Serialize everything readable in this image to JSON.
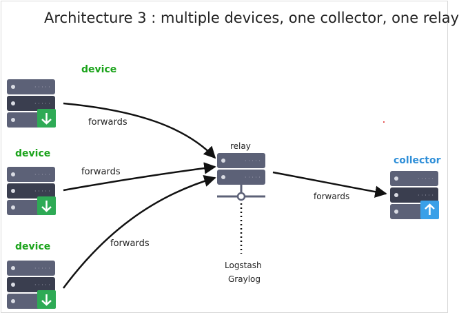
{
  "title": "Architecture 3 : multiple devices, one collector, one relay",
  "nodes": {
    "device_1": {
      "label": "device",
      "icon": "down-arrow-icon"
    },
    "device_2": {
      "label": "device",
      "icon": "down-arrow-icon"
    },
    "device_3": {
      "label": "device",
      "icon": "down-arrow-icon"
    },
    "relay": {
      "label": "relay",
      "software": [
        "Logstash",
        "Graylog"
      ]
    },
    "collector": {
      "label": "collector",
      "icon": "up-arrow-icon"
    }
  },
  "edges": [
    {
      "from": "device_1",
      "to": "relay",
      "label": "forwards"
    },
    {
      "from": "device_2",
      "to": "relay",
      "label": "forwards"
    },
    {
      "from": "device_3",
      "to": "relay",
      "label": "forwards"
    },
    {
      "from": "relay",
      "to": "collector",
      "label": "forwards"
    }
  ],
  "colors": {
    "server_light": "#5c6177",
    "server_dark": "#3a3e4f",
    "device_label": "#1aa31a",
    "collector_label": "#2f8fd8",
    "down_badge": "#2eaa55",
    "up_badge": "#3aa0e8",
    "arrow": "#111111"
  }
}
